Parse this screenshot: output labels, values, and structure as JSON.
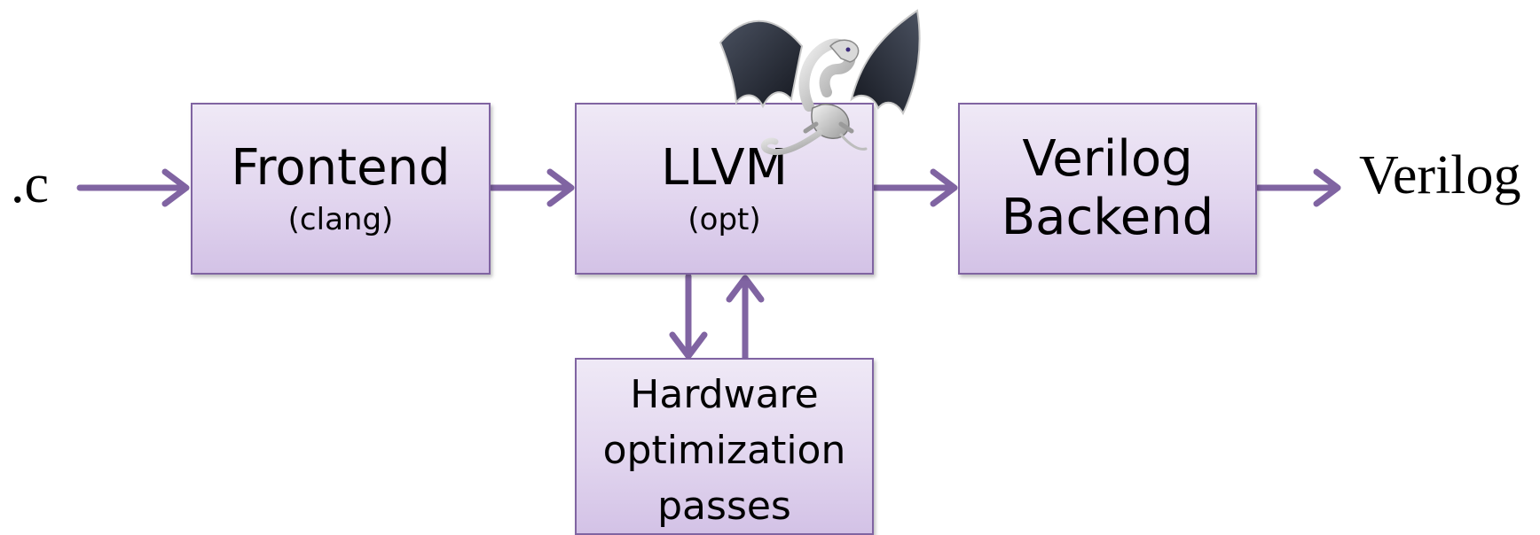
{
  "input_label": ".c",
  "output_label": "Verilog",
  "frontend": {
    "title": "Frontend",
    "subtitle": "(clang)"
  },
  "llvm": {
    "title": "LLVM",
    "subtitle": "(opt)"
  },
  "backend": {
    "line1": "Verilog",
    "line2": "Backend"
  },
  "passes": {
    "line1": "Hardware",
    "line2": "optimization",
    "line3": "passes"
  },
  "logo": "llvm-dragon-icon",
  "colors": {
    "accent": "#8064a2",
    "box_top": "#efe9f6",
    "box_bottom": "#d3c2e6"
  }
}
